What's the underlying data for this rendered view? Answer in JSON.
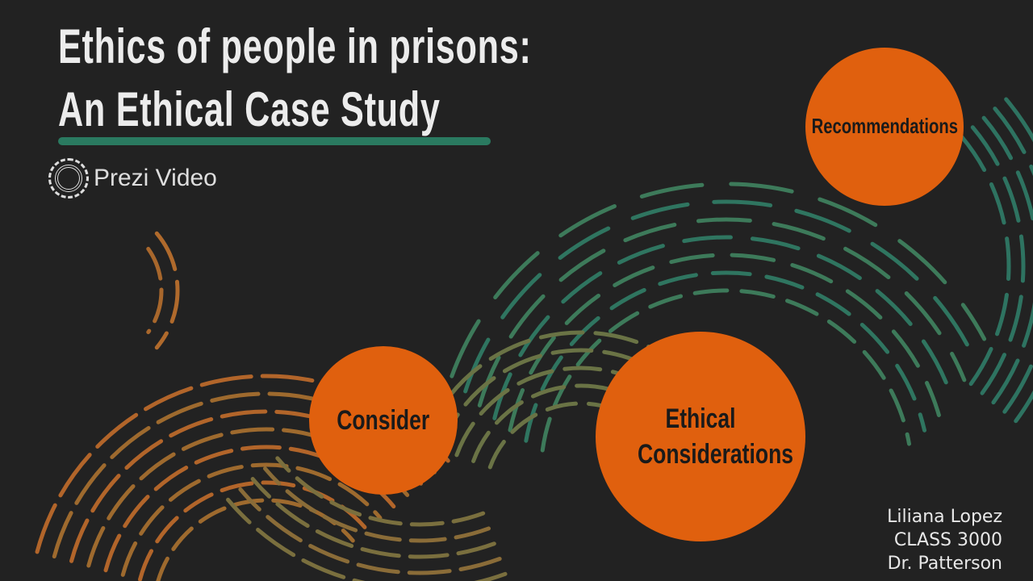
{
  "slide": {
    "title_line1": "Ethics of people in prisons:",
    "title_line2": "An Ethical Case Study",
    "accent_color": "#2a7a60",
    "circle_color": "#e0600e"
  },
  "watermark": {
    "label": "Prezi Video",
    "icon": "prezi-logo-icon"
  },
  "topics": [
    {
      "label": "Recommendations"
    },
    {
      "label": "Consider"
    },
    {
      "label": "Ethical Considerations"
    }
  ],
  "author": {
    "name": "Liliana Lopez",
    "class": "CLASS 3000",
    "instructor": "Dr. Patterson"
  }
}
